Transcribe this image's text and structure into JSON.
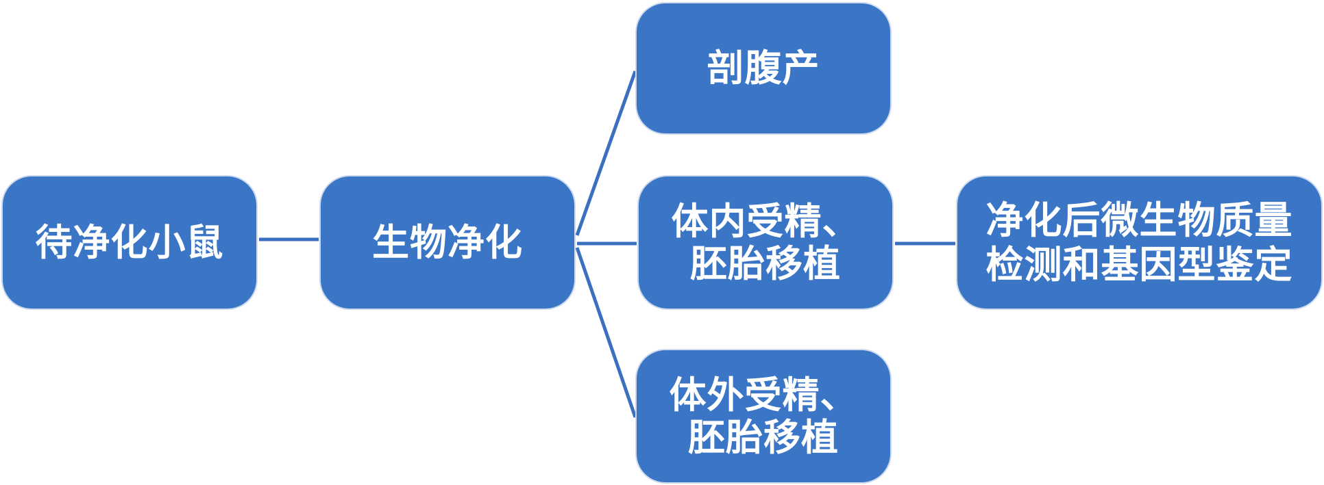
{
  "nodes": {
    "mouse": {
      "label": "待净化小鼠"
    },
    "bio_purification": {
      "label": "生物净化"
    },
    "c_section": {
      "label": "剖腹产"
    },
    "in_vivo": {
      "line1": "体内受精、",
      "line2": "胚胎移植"
    },
    "in_vitro": {
      "line1": "体外受精、",
      "line2": "胚胎移植"
    },
    "qc": {
      "line1": "净化后微生物质量",
      "line2": "检测和基因型鉴定"
    }
  },
  "colors": {
    "box_fill": "#3b76c6",
    "box_border": "#cdd9ee",
    "connector": "#3b6fc0",
    "text": "#ffffff"
  }
}
